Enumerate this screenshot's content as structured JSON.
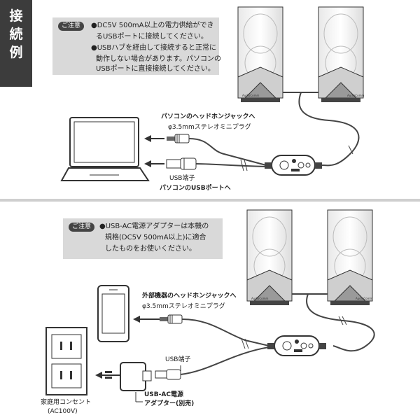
{
  "side_tag": "接続例",
  "top": {
    "note_badge": "ご注意",
    "note_lines": [
      "●DC5V 500mA以上の電力供給ができ",
      "るUSBポートに接続してください。",
      "●USBハブを経由して接続すると正常に",
      "動作しない場合があります。パソコンの",
      "USBポートに直接接続してください。"
    ],
    "headphone_label": "パソコンのヘッドホンジャックへ",
    "plug_label": "φ3.5mmステレオミニプラグ",
    "usb_label": "USB端子",
    "usb_port_label": "パソコンのUSBポートへ"
  },
  "bottom": {
    "note_badge": "ご注意",
    "note_lines": [
      "●USB-AC電源アダプターは本機の",
      "規格(DC5V 500mA以上)に適合",
      "したものをお使いください。"
    ],
    "headphone_label": "外部機器のヘッドホンジャックへ",
    "plug_label": "φ3.5mmステレオミニプラグ",
    "usb_label": "USB端子",
    "adapter_label_1": "USB-AC電源",
    "adapter_label_2": "アダプター(別売)",
    "outlet_label_1": "家庭用コンセント",
    "outlet_label_2": "(AC100V)"
  },
  "brand": "AudioComm"
}
